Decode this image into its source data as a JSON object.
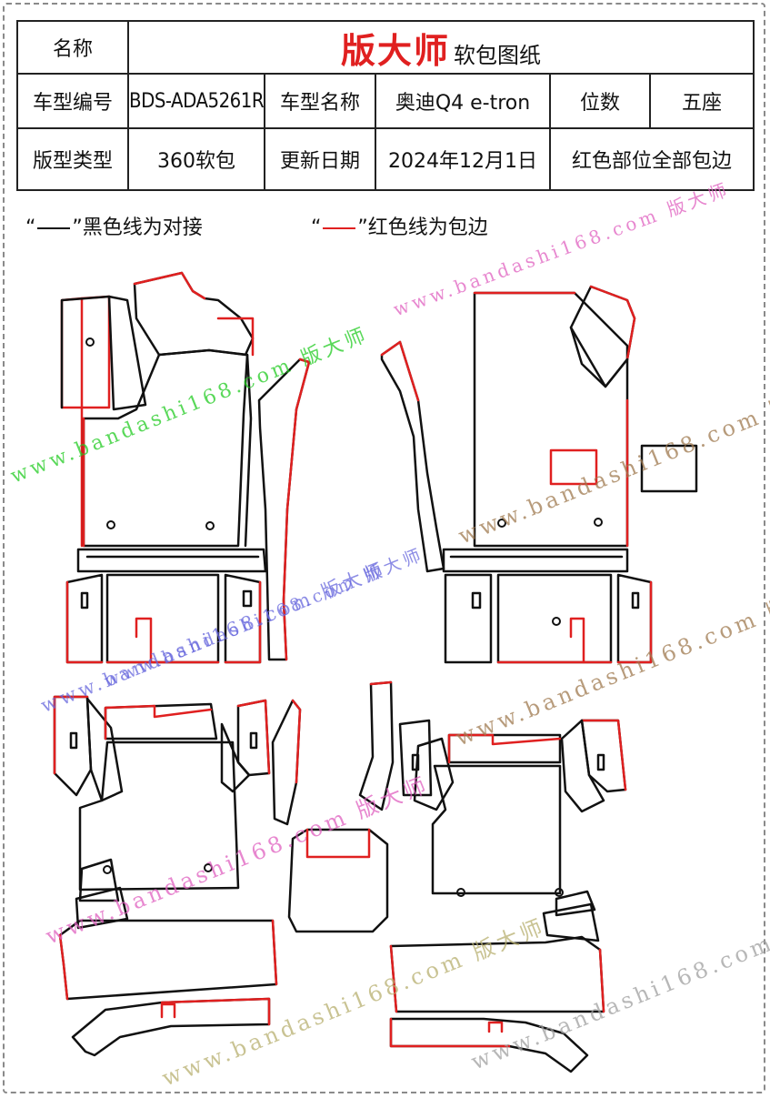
{
  "header": {
    "name_label": "名称",
    "brand": "版大师",
    "subtitle": "软包图纸",
    "model_code_label": "车型编号",
    "model_code": "BDS-ADA5261R",
    "model_name_label": "车型名称",
    "model_name": "奥迪Q4 e-tron",
    "seats_label": "位数",
    "seats": "五座",
    "type_label": "版型类型",
    "type": "360软包",
    "date_label": "更新日期",
    "date": "2024年12月1日",
    "note": "红色部位全部包边"
  },
  "legend": {
    "black_open": "“",
    "black_text": "”黑色线为对接",
    "red_open": "“",
    "red_text": "”红色线为包边"
  },
  "colors": {
    "edge_binding": "#e02020",
    "butt_joint": "#111111",
    "watermark_green": "#22cc22",
    "watermark_blue": "#6666dd",
    "watermark_pink": "#e060c0",
    "watermark_brown": "#a07a50",
    "watermark_olive": "#b8b070"
  },
  "watermarks": [
    "www.bandashi168.com 版大师",
    "www.bandashi168.com 版大师",
    "www.bandashi168.com 版大师",
    "www.bandashi168.com 版大师",
    "www.bandashi168.com 版大师",
    "www.bandashi168.com 版大师",
    "www.bandashi168.com 版大师",
    "www.bandashi168.com 版大师",
    "www.bandashi168.com 版大师"
  ]
}
